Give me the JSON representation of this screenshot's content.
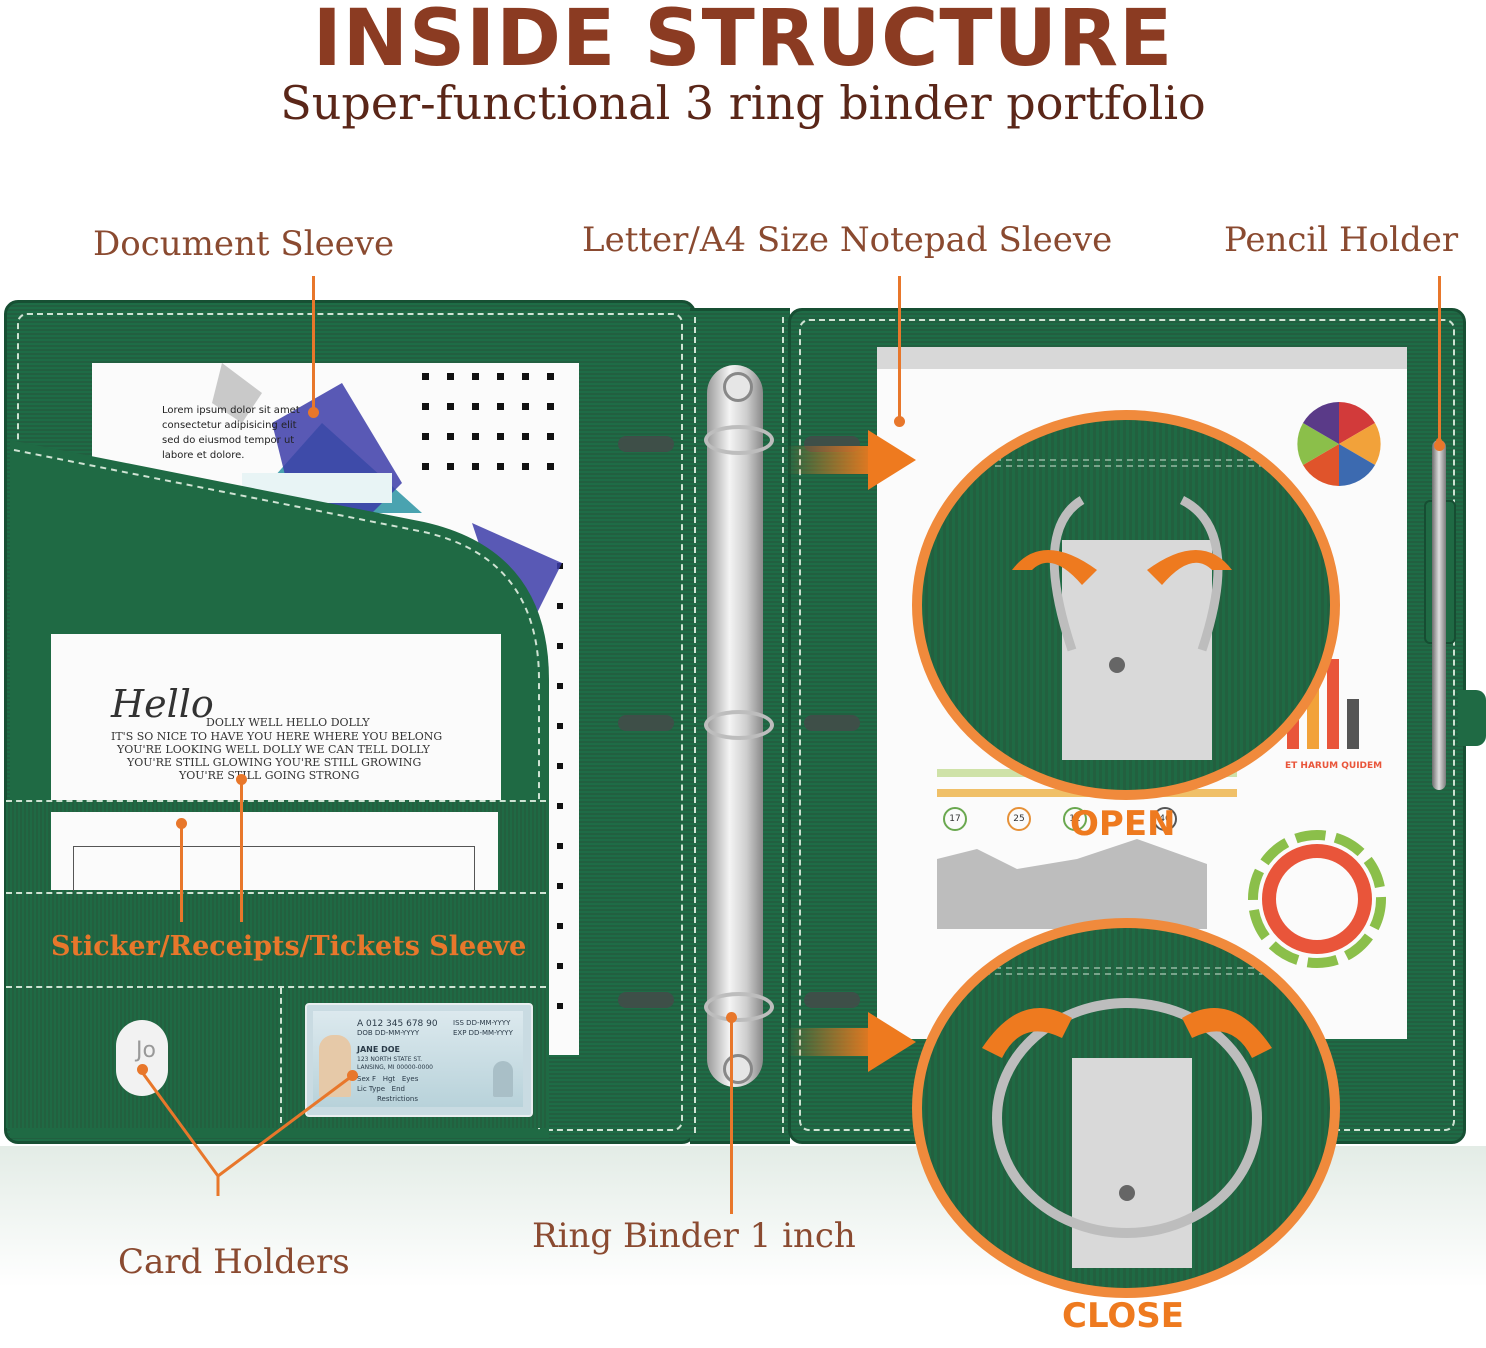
{
  "header": {
    "title": "INSIDE STRUCTURE",
    "subtitle": "Super-functional 3 ring binder portfolio"
  },
  "callouts": {
    "document_sleeve": "Document Sleeve",
    "notepad_sleeve": "Letter/A4 Size Notepad Sleeve",
    "pencil_holder": "Pencil Holder",
    "sticker_sleeve": "Sticker/Receipts/Tickets Sleeve",
    "card_holders": "Card Holders",
    "ring_binder": "Ring Binder 1 inch"
  },
  "ring_states": {
    "open": "OPEN",
    "close": "CLOSE"
  },
  "sample_document": {
    "lorem": "Lorem ipsum dolor sit amet consectetur adipisicing elit sed do eiusmod tempor ut labore et dolore."
  },
  "sample_card": {
    "script": "Hello",
    "lines": [
      "DOLLY WELL HELLO DOLLY",
      "IT'S SO NICE TO HAVE YOU HERE WHERE YOU BELONG",
      "YOU'RE LOOKING WELL DOLLY WE CAN TELL DOLLY",
      "YOU'RE STILL GLOWING YOU'RE STILL GROWING",
      "YOU'RE STILL GOING STRONG"
    ]
  },
  "id_card": {
    "number": "A 012 345 678 90",
    "dob": "DOB DD-MM-YYYY",
    "iss": "ISS DD-MM-YYYY",
    "exp": "EXP DD-MM-YYYY",
    "name": "JANE DOE",
    "address1": "123 NORTH STATE ST.",
    "address2": "LANSING, MI 00000-0000",
    "fields": "Sex F   Hgt   Eyes",
    "license": "Lic Type   End",
    "restrictions": "Restrictions"
  },
  "name_tag": "Jo",
  "notepad_chart": {
    "bubble_values": [
      "17",
      "25",
      "12",
      "46"
    ],
    "caption": "ET HARUM QUIDEM"
  },
  "colors": {
    "title": "#8b3b22",
    "label": "#8a4a30",
    "accent_orange": "#e8772b",
    "binder_green": "#1e6c46"
  }
}
